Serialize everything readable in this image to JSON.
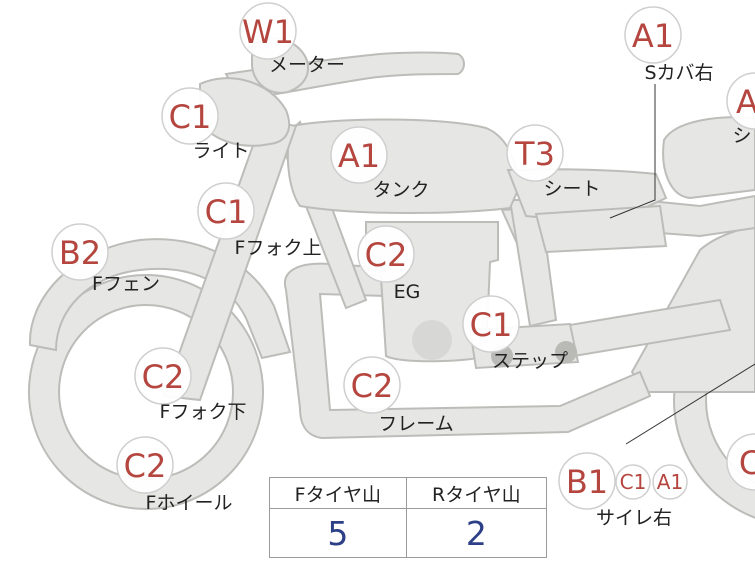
{
  "parts": [
    {
      "id": "meter",
      "grade": "W1",
      "label": "メーター"
    },
    {
      "id": "light",
      "grade": "C1",
      "label": "ライト"
    },
    {
      "id": "fork-upper",
      "grade": "C1",
      "label": "Fフォク上"
    },
    {
      "id": "front-fender",
      "grade": "B2",
      "label": "Fフェン"
    },
    {
      "id": "fork-lower",
      "grade": "C2",
      "label": "Fフォク下"
    },
    {
      "id": "front-wheel",
      "grade": "C2",
      "label": "Fホイール"
    },
    {
      "id": "tank",
      "grade": "A1",
      "label": "タンク"
    },
    {
      "id": "engine",
      "grade": "C2",
      "label": "EG"
    },
    {
      "id": "step",
      "grade": "C1",
      "label": "ステップ"
    },
    {
      "id": "frame",
      "grade": "C2",
      "label": "フレーム"
    },
    {
      "id": "seat",
      "grade": "T3",
      "label": "シート"
    },
    {
      "id": "side-cover-right",
      "grade": "A1",
      "label": "Sカバ右"
    },
    {
      "id": "right-edge-part",
      "grade": "A",
      "label": "シ"
    },
    {
      "id": "silencer-right",
      "grade": "B1",
      "label": "サイレ右",
      "extra_grades": [
        "C1",
        "A1"
      ]
    },
    {
      "id": "right-edge-lower",
      "grade": "C",
      "label": ""
    }
  ],
  "tire_table": {
    "front_label": "Fタイヤ山",
    "rear_label": "Rタイヤ山",
    "front_value": "5",
    "rear_value": "2"
  },
  "colors": {
    "part_fill": "#e6e7e4",
    "part_outline": "#bcbdb9",
    "grade_text": "#b5463f",
    "tire_value": "#2d3f86"
  }
}
